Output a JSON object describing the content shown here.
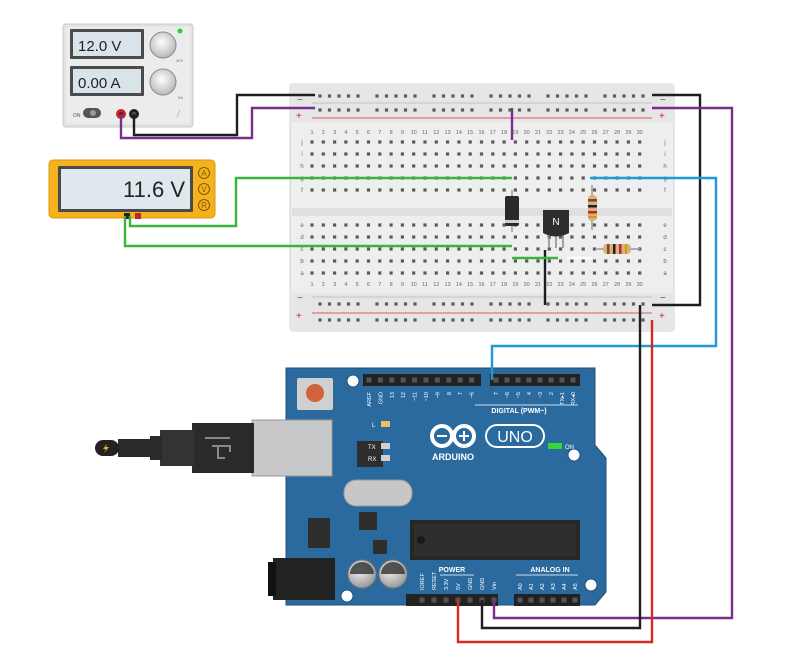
{
  "power_supply": {
    "voltage_display": "12.0 V",
    "current_display": "0.00 A",
    "knob_voltage_max": "30V",
    "knob_current_max": "5A",
    "on_label": "ON",
    "dot_color": "#28d228"
  },
  "multimeter": {
    "reading": "11.6 V",
    "mode_buttons": [
      "A",
      "V",
      "R"
    ],
    "body_color": "#f5b21c"
  },
  "breadboard": {
    "column_numbers": [
      "1",
      "2",
      "3",
      "4",
      "5",
      "6",
      "7",
      "8",
      "9",
      "10",
      "11",
      "12",
      "13",
      "14",
      "15",
      "16",
      "17",
      "18",
      "19",
      "20",
      "21",
      "22",
      "23",
      "24",
      "25",
      "26",
      "27",
      "28",
      "29",
      "30"
    ],
    "row_letters_top": [
      "j",
      "i",
      "h",
      "g",
      "f"
    ],
    "row_letters_bottom": [
      "e",
      "d",
      "c",
      "b",
      "a"
    ],
    "rail_plus": "+",
    "rail_minus": "−",
    "transistor_label": "N"
  },
  "arduino": {
    "brand": "ARDUINO",
    "model": "UNO",
    "digital_label": "DIGITAL (PWM~)",
    "power_label": "POWER",
    "analog_label": "ANALOG IN",
    "digital_pins": [
      "AREF",
      "GND",
      "13",
      "12",
      "~11",
      "~10",
      "~9",
      "8",
      "7",
      "~6",
      "~5",
      "4",
      "~3",
      "2",
      "TX▸1",
      "RX◂0"
    ],
    "power_pins": [
      "IOREF",
      "RESET",
      "3.3V",
      "5V",
      "GND",
      "GND",
      "Vin"
    ],
    "analog_pins": [
      "A0",
      "A1",
      "A2",
      "A3",
      "A4",
      "A5"
    ],
    "led_l": "L",
    "led_tx": "TX",
    "led_rx": "RX",
    "on_label": "ON",
    "board_color": "#2b6a9e"
  },
  "wire_colors": {
    "black": "#1e1e1e",
    "purple": "#7b2d8e",
    "green": "#3cb43c",
    "blue": "#1e9bd7",
    "red": "#d42a20"
  }
}
